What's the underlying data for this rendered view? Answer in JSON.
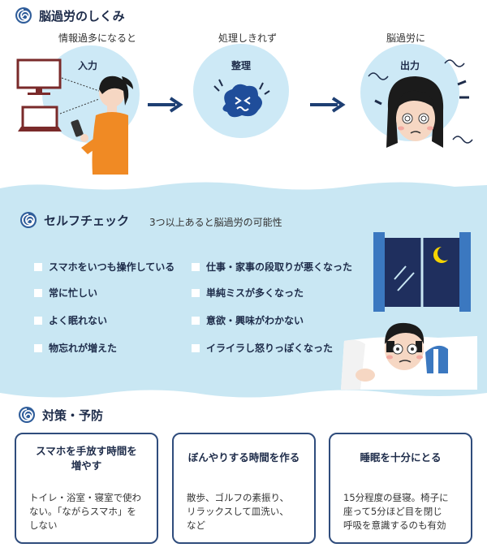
{
  "section1": {
    "title": "脳過労のしくみ",
    "stages": [
      {
        "caption": "情報過多になると",
        "circle_label": "入力"
      },
      {
        "caption": "処理しきれず",
        "circle_label": "整理"
      },
      {
        "caption": "脳過労に",
        "circle_label": "出力"
      }
    ]
  },
  "section2": {
    "title": "セルフチェック",
    "note": "3つ以上あると脳過労の可能性",
    "left_items": [
      "スマホをいつも操作している",
      "常に忙しい",
      "よく眠れない",
      "物忘れが増えた"
    ],
    "right_items": [
      "仕事・家事の段取りが悪くなった",
      "単純ミスが多くなった",
      "意欲・興味がわかない",
      "イライラし怒りっぽくなった"
    ]
  },
  "section3": {
    "title": "対策・予防",
    "cards": [
      {
        "title_lines": [
          "スマホを手放す時間を",
          "増やす"
        ],
        "body_lines": [
          "トイレ・浴室・寝室で使わ",
          "ない。「ながらスマホ」を",
          "しない"
        ]
      },
      {
        "title_lines": [
          "ぼんやりする時間を作る"
        ],
        "body_lines": [
          "散歩、ゴルフの素振り、",
          "リラックスして皿洗い、",
          "など"
        ]
      },
      {
        "title_lines": [
          "睡眠を十分にとる"
        ],
        "body_lines": [
          "15分程度の昼寝。椅子に",
          "座って5分ほど目を閉じ",
          "呼吸を意識するのも有効"
        ]
      }
    ]
  },
  "colors": {
    "navy": "#1e2c4a",
    "light_blue": "#cde9f6",
    "band_blue": "#c9e7f3",
    "card_border": "#2f4c7c",
    "orange": "#f08a24"
  }
}
